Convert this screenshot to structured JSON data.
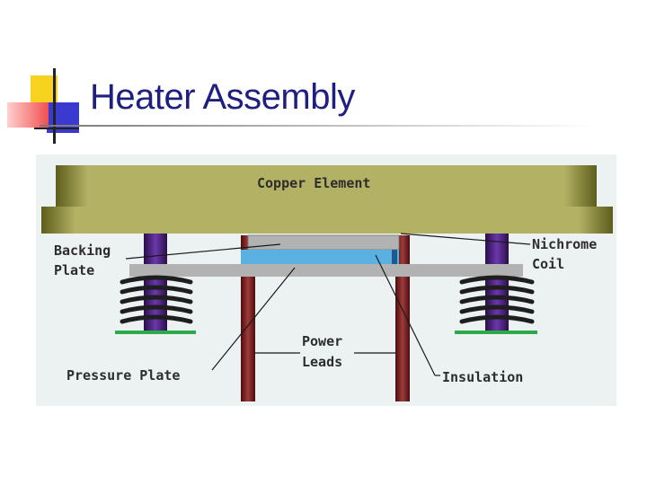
{
  "slide": {
    "title": "Heater Assembly"
  },
  "diagram": {
    "labels": {
      "copper_element": "Copper Element",
      "backing_plate_line1": "Backing",
      "backing_plate_line2": "Plate",
      "nichrome_coil_line1": "Nichrome",
      "nichrome_coil_line2": "Coil",
      "power_leads_line1": "Power",
      "power_leads_line2": "Leads",
      "pressure_plate": "Pressure Plate",
      "insulation": "Insulation"
    },
    "colors": {
      "copper": "#b3b264",
      "post": "#4b2080",
      "lead": "#7a1e1e",
      "plate": "#b2b2b2",
      "insulation": "#5ab0e0",
      "spring": "#1e1e1e",
      "washer": "#2da84a",
      "background": "#ecf1f1"
    }
  }
}
